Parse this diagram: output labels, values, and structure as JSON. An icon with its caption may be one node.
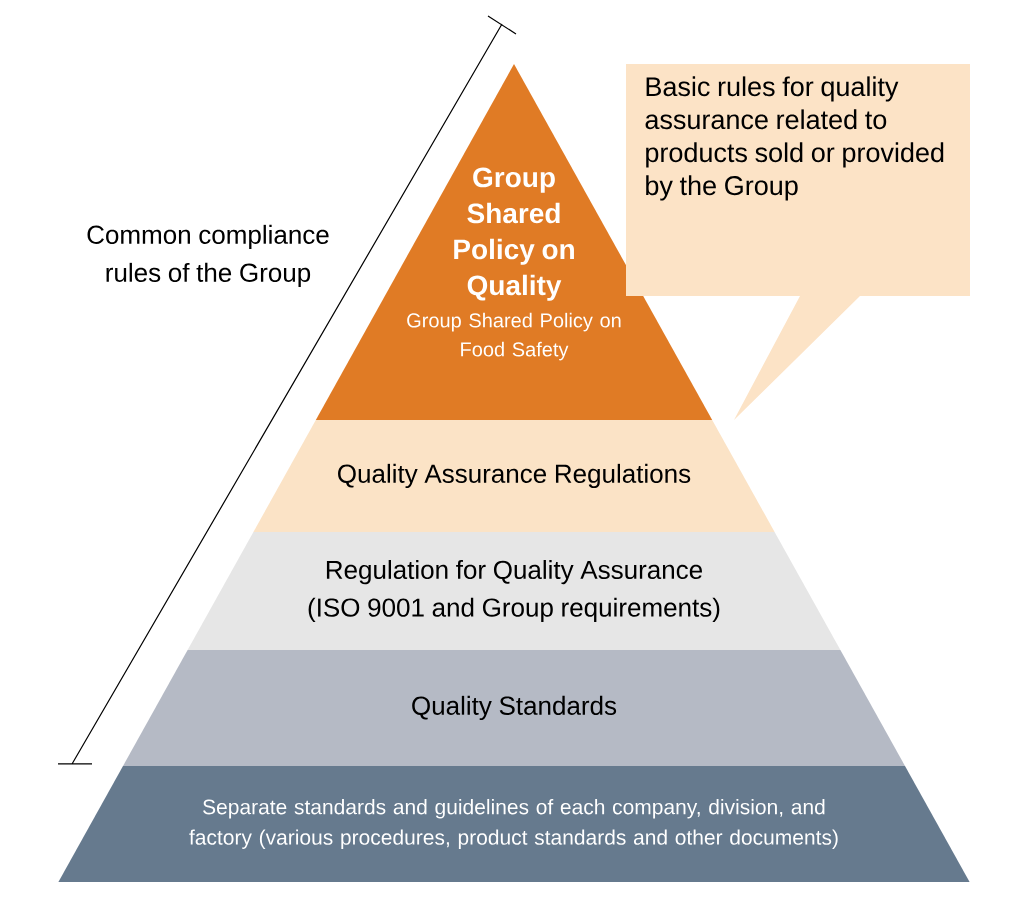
{
  "diagram": {
    "nodes": [
      {
        "text": [
          "Group Shared Policy on Quality",
          "Group Shared Policy on Food Safety"
        ]
      },
      {
        "text": [
          "Quality Assurance Regulations"
        ]
      },
      {
        "text": [
          "Regulation for Quality Assurance (ISO 9001 and Group requirements)"
        ]
      },
      {
        "text": [
          "Quality Standards"
        ]
      },
      {
        "text": [
          "Separate standards and guidelines of each company, division, and factory (various procedures, product standards and other documents)"
        ]
      },
      {
        "text": [
          "Basic rules for quality assurance related to products sold or provided by the Group"
        ]
      }
    ],
    "edges": [],
    "labels": [
      "Common compliance rules of the Group"
    ]
  }
}
